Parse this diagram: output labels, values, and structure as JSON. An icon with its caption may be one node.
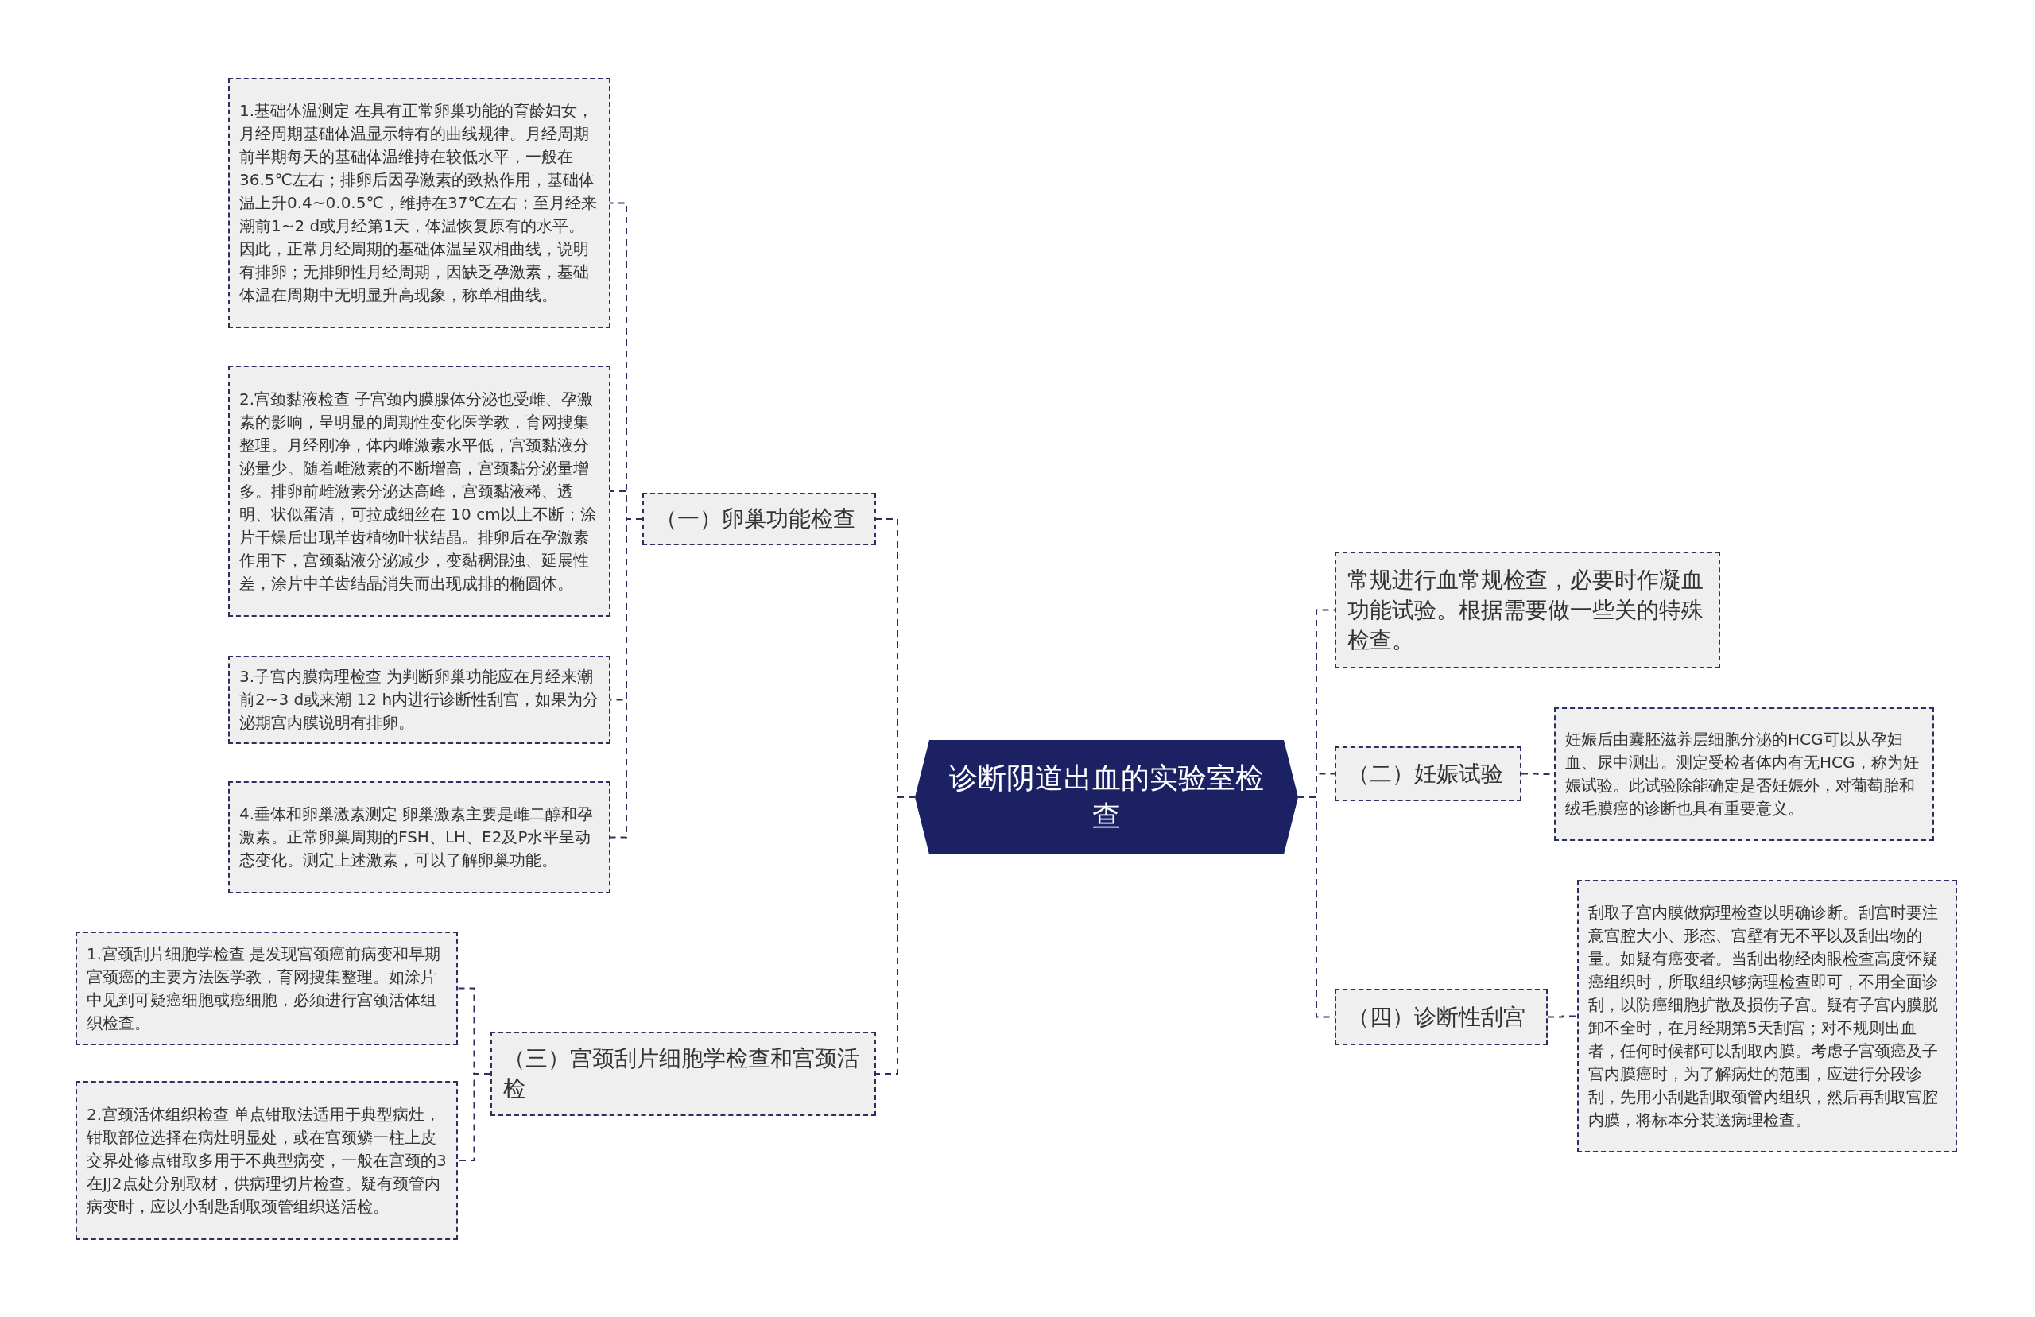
{
  "diagram": {
    "nodes": [
      {
        "text": [
          "诊断阴道出血的实验室检查"
        ]
      },
      {
        "text": [
          "（一）卵巢功能检查"
        ]
      },
      {
        "text": [
          "1.基础体温测定 在具有正常卵巢功能的育龄妇女，月经周期基础体温显示特有的曲线规律。月经周期前半期每天的基础体温维持在较低水平，一般在36.5℃左右；排卵后因孕激素的致热作用，基础体温上升0.4~0.0.5℃，维持在37℃左右；至月经来潮前1~2 d或月经第1天，体温恢复原有的水平。因此，正常月经周期的基础体温呈双相曲线，说明有排卵；无排卵性月经周期，因缺乏孕激素，基础体温在周期中无明显升高现象，称单相曲线。"
        ]
      },
      {
        "text": [
          "2.宫颈黏液检查 子宫颈内膜腺体分泌也受雌、孕激素的影响，呈明显的周期性变化医学教，育网搜集整理。月经刚净，体内雌激素水平低，宫颈黏液分泌量少。随着雌激素的不断增高，宫颈黏分泌量增多。排卵前雌激素分泌达高峰，宫颈黏液稀、透明、状似蛋清，可拉成细丝在 10 cm以上不断；涂片干燥后出现羊齿植物叶状结晶。排卵后在孕激素作用下，宫颈黏液分泌减少，变黏稠混浊、延展性差，涂片中羊齿结晶消失而出现成排的椭圆体。"
        ]
      },
      {
        "text": [
          "3.子宫内膜病理检查 为判断卵巢功能应在月经来潮前2~3 d或来潮 12 h内进行诊断性刮宫，如果为分泌期宫内膜说明有排卵。"
        ]
      },
      {
        "text": [
          "4.垂体和卵巢激素测定 卵巢激素主要是雌二醇和孕激素。正常卵巢周期的FSH、LH、E2及P水平呈动态变化。测定上述激素，可以了解卵巢功能。"
        ]
      },
      {
        "text": [
          "（三）宫颈刮片细胞学检查和宫颈活检"
        ]
      },
      {
        "text": [
          "1.宫颈刮片细胞学检查 是发现宫颈癌前病变和早期宫颈癌的主要方法医学教，育网搜集整理。如涂片中见到可疑癌细胞或癌细胞，必须进行宫颈活体组织检查。"
        ]
      },
      {
        "text": [
          "2.宫颈活体组织检查 单点钳取法适用于典型病灶，钳取部位选择在病灶明显处，或在宫颈鳞一柱上皮交界处修点钳取多用于不典型病变，一般在宫颈的3在JJ2点处分别取材，供病理切片检查。疑有颈管内病变时，应以小刮匙刮取颈管组织送活检。"
        ]
      },
      {
        "text": [
          "常规进行血常规检查，必要时作凝血功能试验。根据需要做一些关的特殊检查。"
        ]
      },
      {
        "text": [
          "（二）妊娠试验"
        ]
      },
      {
        "text": [
          "妊娠后由囊胚滋养层细胞分泌的HCG可以从孕妇血、尿中测出。测定受检者体内有无HCG，称为妊娠试验。此试验除能确定是否妊娠外，对葡萄胎和绒毛膜癌的诊断也具有重要意义。"
        ]
      },
      {
        "text": [
          "（四）诊断性刮宫"
        ]
      },
      {
        "text": [
          "刮取子宫内膜做病理检查以明确诊断。刮宫时要注意宫腔大小、形态、宫壁有无不平以及刮出物的量。如疑有癌变者。当刮出物经肉眼检查高度怀疑癌组织时，所取组织够病理检查即可，不用全面诊刮，以防癌细胞扩散及损伤子宫。疑有子宫内膜脱卸不全时，在月经期第5天刮宫；对不规则出血者，任何时候都可以刮取内膜。考虑子宫颈癌及子宫内膜癌时，为了解病灶的范围，应进行分段诊刮，先用小刮匙刮取颈管内组织，然后再刮取宫腔内膜，将标本分装送病理检查。"
        ]
      }
    ],
    "edges": [
      {
        "from": 0,
        "to": 1,
        "arrow": "none",
        "style": "dashed"
      },
      {
        "from": 1,
        "to": 2,
        "arrow": "none",
        "style": "dashed"
      },
      {
        "from": 1,
        "to": 3,
        "arrow": "none",
        "style": "dashed"
      },
      {
        "from": 1,
        "to": 4,
        "arrow": "none",
        "style": "dashed"
      },
      {
        "from": 1,
        "to": 5,
        "arrow": "none",
        "style": "dashed"
      },
      {
        "from": 0,
        "to": 6,
        "arrow": "none",
        "style": "dashed"
      },
      {
        "from": 6,
        "to": 7,
        "arrow": "none",
        "style": "dashed"
      },
      {
        "from": 6,
        "to": 8,
        "arrow": "none",
        "style": "dashed"
      },
      {
        "from": 0,
        "to": 9,
        "arrow": "none",
        "style": "dashed"
      },
      {
        "from": 0,
        "to": 10,
        "arrow": "none",
        "style": "dashed"
      },
      {
        "from": 10,
        "to": 11,
        "arrow": "none",
        "style": "dashed"
      },
      {
        "from": 0,
        "to": 12,
        "arrow": "none",
        "style": "dashed"
      },
      {
        "from": 12,
        "to": 13,
        "arrow": "none",
        "style": "dashed"
      }
    ]
  }
}
